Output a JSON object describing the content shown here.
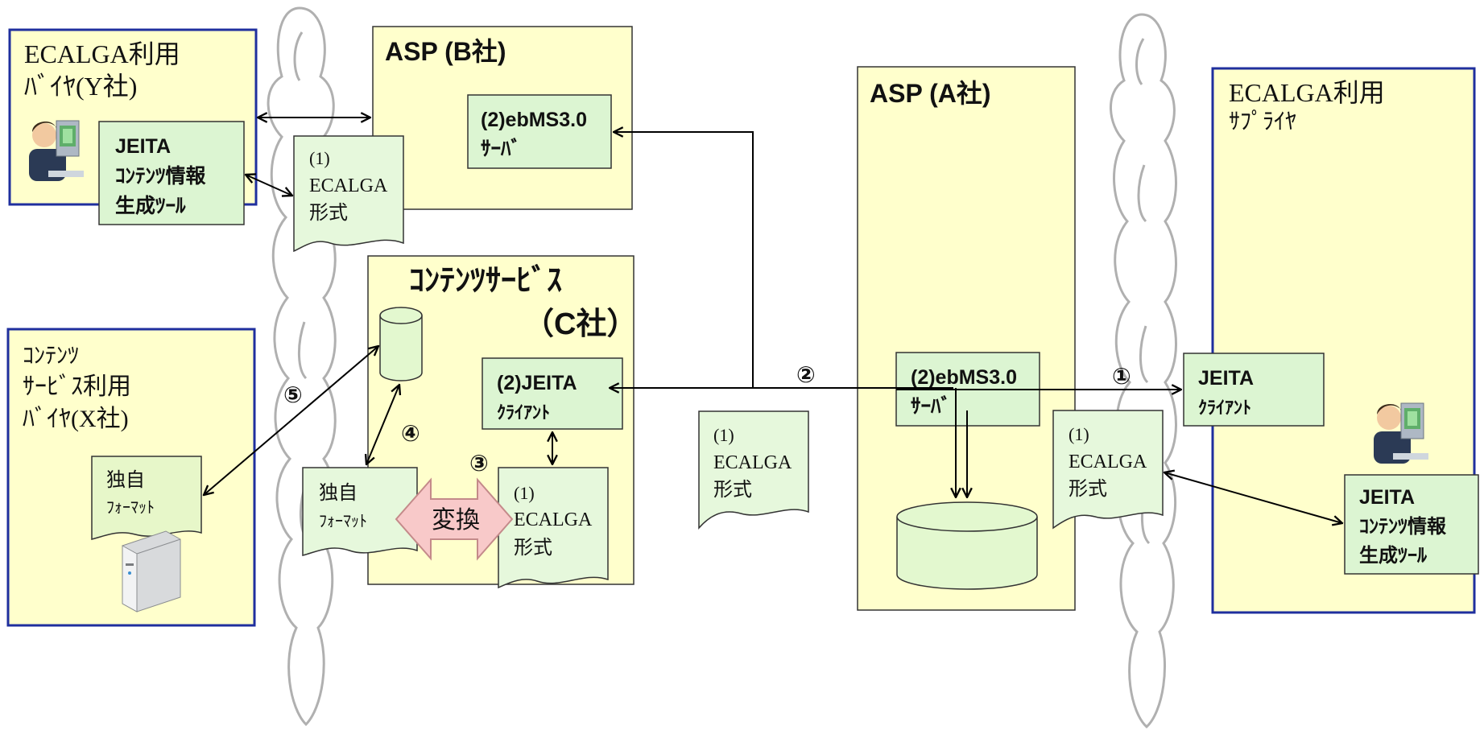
{
  "buyer_y": {
    "title_line1": "ECALGA利用",
    "title_line2": "ﾊﾞｲﾔ(Y社)",
    "tool_line1": "JEITA",
    "tool_line2": "ｺﾝﾃﾝﾂ情報",
    "tool_line3": "生成ﾂｰﾙ"
  },
  "buyer_y_doc": {
    "line1": "(1)",
    "line2": "ECALGA",
    "line3": "形式"
  },
  "asp_b": {
    "title": "ASP (B社)",
    "server_line1": "(2)ebMS3.0",
    "server_line2": "ｻｰﾊﾞ"
  },
  "content_service": {
    "title_line1": "ｺﾝﾃﾝﾂｻｰﾋﾞｽ",
    "title_line2": "（C社）",
    "client_line1": "(2)JEITA",
    "client_line2": "ｸﾗｲｱﾝﾄ",
    "own_format_line1": "独自",
    "own_format_line2": "ﾌｫｰﾏｯﾄ",
    "convert_label": "変換",
    "doc_line1": "(1)",
    "doc_line2": "ECALGA",
    "doc_line3": "形式"
  },
  "buyer_x": {
    "title_line1": "ｺﾝﾃﾝﾂ",
    "title_line2": "ｻｰﾋﾞｽ利用",
    "title_line3": "ﾊﾞｲﾔ(X社)",
    "format_line1": "独自",
    "format_line2": "ﾌｫｰﾏｯﾄ"
  },
  "middle_doc": {
    "line1": "(1)",
    "line2": "ECALGA",
    "line3": "形式"
  },
  "asp_a": {
    "title": "ASP (A社)",
    "server_line1": "(2)ebMS3.0",
    "server_line2": "ｻｰﾊﾞ"
  },
  "supplier_doc": {
    "line1": "(1)",
    "line2": "ECALGA",
    "line3": "形式"
  },
  "supplier": {
    "title_line1": "ECALGA利用",
    "title_line2": "ｻﾌﾟﾗｲﾔ",
    "client_line1": "JEITA",
    "client_line2": "ｸﾗｲｱﾝﾄ",
    "tool_line1": "JEITA",
    "tool_line2": "ｺﾝﾃﾝﾂ情報",
    "tool_line3": "生成ﾂｰﾙ"
  },
  "step_labels": {
    "s1": "①",
    "s2": "②",
    "s3": "③",
    "s4": "④",
    "s5": "⑤"
  },
  "colors": {
    "panel_fill": "#ffffcc",
    "panel_border_blue": "#1f2f9e",
    "box_fill": "#dcf5d2",
    "doc_fill": "#e6f8dc",
    "db_fill": "#e3f8cf",
    "convert_fill": "#f8c9c9",
    "cloud_stroke": "#b0b0b0",
    "arrow": "#000000"
  }
}
